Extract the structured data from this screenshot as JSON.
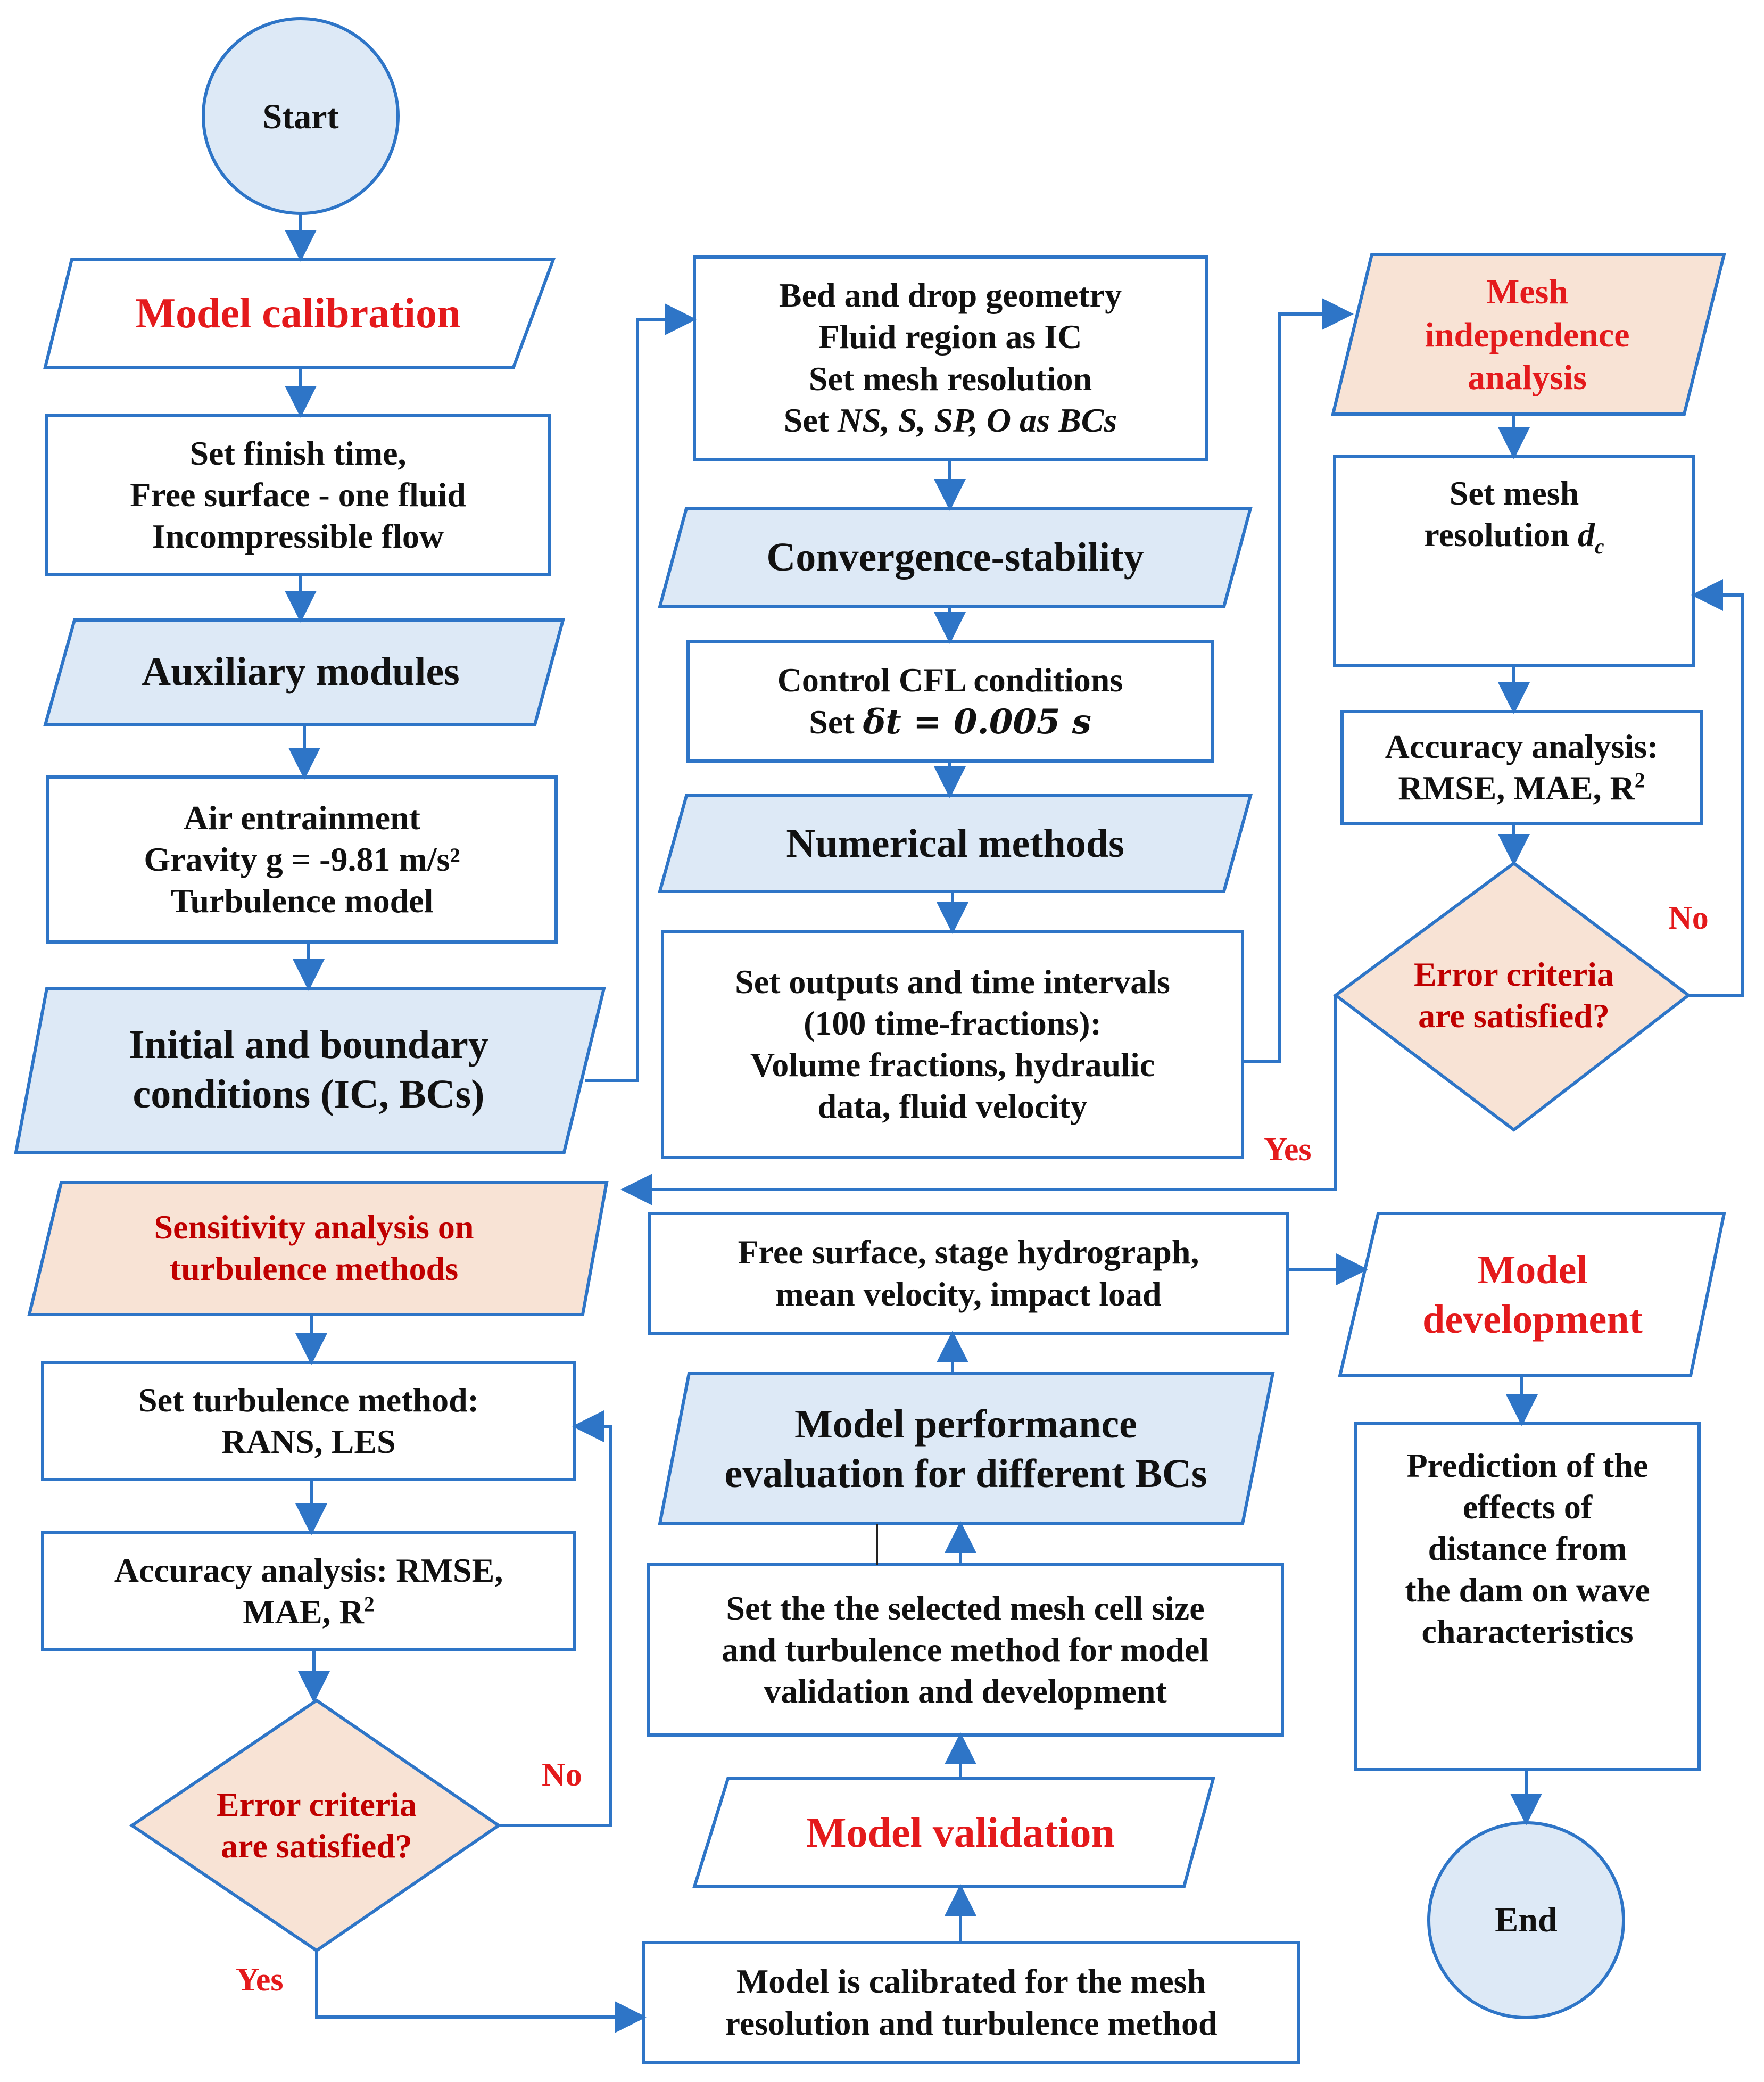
{
  "colors": {
    "stroke": "#2e75c7",
    "arrow": "#2e75c7",
    "light_blue_fill": "#dde9f6",
    "peach_fill": "#f8e3d5",
    "white_fill": "#ffffff",
    "red_text": "#e41a1c",
    "dark_red_text": "#c00000"
  },
  "start": "Start",
  "end": "End",
  "col1": {
    "model_calibration": "Model calibration",
    "set_finish": [
      "Set finish time,",
      "Free surface - one fluid",
      "Incompressible flow"
    ],
    "auxiliary_modules": "Auxiliary modules",
    "air_box": [
      "Air entrainment",
      "Gravity g = -9.81 m/s²",
      "Turbulence model"
    ],
    "initial_boundary": [
      "Initial and boundary",
      "conditions (IC, BCs)"
    ],
    "sensitivity": [
      "Sensitivity analysis on",
      "turbulence methods"
    ],
    "set_turbulence": [
      "Set turbulence method:",
      "RANS, LES"
    ],
    "accuracy_1": "Accuracy analysis: RMSE,",
    "accuracy_2_prefix": "MAE, R",
    "accuracy_2_sup": "2",
    "error_criteria": [
      "Error criteria",
      "are satisfied?"
    ],
    "no_label": "No",
    "yes_label": "Yes"
  },
  "col2": {
    "bed_drop": {
      "l1": "Bed and drop geometry",
      "l2": "Fluid region as IC",
      "l3": "Set mesh resolution",
      "l4_prefix": "Set ",
      "l4_math": "NS, S, SP, O as BCs"
    },
    "convergence": "Convergence-stability",
    "cfl": {
      "l1": "Control CFL conditions",
      "l2_prefix": "Set ",
      "l2_math": "δt = 0.005 s"
    },
    "numerical": "Numerical methods",
    "outputs": [
      "Set outputs and time intervals",
      "(100 time-fractions):",
      "Volume fractions, hydraulic",
      "data, fluid velocity"
    ],
    "free_surface": [
      "Free surface, stage hydrograph,",
      "mean velocity, impact load"
    ],
    "performance": [
      "Model performance",
      "evaluation for different BCs"
    ],
    "selected_mesh": [
      "Set the the selected mesh cell size",
      "and turbulence method for model",
      "validation and development"
    ],
    "validation": "Model validation",
    "calibrated": [
      "Model is calibrated for the mesh",
      "resolution and turbulence method"
    ]
  },
  "col3": {
    "mesh_independence": [
      "Mesh",
      "independence",
      "analysis"
    ],
    "set_mesh_l1": "Set mesh",
    "set_mesh_l2_prefix": "resolution ",
    "set_mesh_l2_var": "d",
    "set_mesh_l2_sub": "c",
    "accuracy_1": "Accuracy analysis:",
    "accuracy_2_prefix": "RMSE, MAE, R",
    "accuracy_2_sup": "2",
    "error_criteria": [
      "Error criteria",
      "are satisfied?"
    ],
    "no_label": "No",
    "yes_label": "Yes",
    "model_development": [
      "Model",
      "development"
    ],
    "prediction": [
      "Prediction of the",
      "effects of",
      "distance from",
      "the dam on wave",
      "characteristics"
    ]
  }
}
